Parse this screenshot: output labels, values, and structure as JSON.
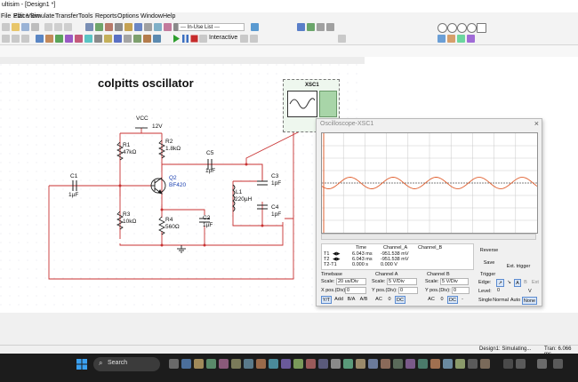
{
  "window": {
    "title": "ultisim - [Design1 *]"
  },
  "menu": [
    "File",
    "Edit",
    "View",
    "Place",
    "Simulate",
    "Transfer",
    "Tools",
    "Reports",
    "Options",
    "Window",
    "Help"
  ],
  "toolbar": {
    "in_use_list": "--- In-Use List ---",
    "interactive": "Interactive"
  },
  "circuit": {
    "title": "colpitts oscillator",
    "vcc": "VCC",
    "vcc_value": "12V",
    "r1": "R1",
    "r1_value": "47kΩ",
    "r2": "R2",
    "r2_value": "1.8kΩ",
    "r3": "R3",
    "r3_value": "10kΩ",
    "r4": "R4",
    "r4_value": "560Ω",
    "c1": "C1",
    "c1_value": "1µF",
    "c2": "C2",
    "c2_value": "1µF",
    "c3": "C3",
    "c3_value": "1pF",
    "c4": "C4",
    "c4_value": "1pF",
    "c5": "C5",
    "c5_value": "1pF",
    "l1": "L1",
    "l1_value": "220µH",
    "q2": "Q2",
    "q2_model": "BF420",
    "xsc1": "XSC1"
  },
  "oscilloscope": {
    "title": "Oscilloscope-XSC1",
    "close": "×",
    "readout": {
      "col_time": "Time",
      "col_a": "Channel_A",
      "col_b": "Channel_B",
      "t1": "T1",
      "t2": "T2",
      "t2t1": "T2-T1",
      "t1_time": "6.043 ms",
      "t1_a": "-951.538 mV",
      "t2_time": "6.043 ms",
      "t2_a": "-951.538 mV",
      "t2t1_time": "0.000 s",
      "t2t1_a": "0.000 V"
    },
    "reverse": "Reverse",
    "save": "Save",
    "ext_trigger": "Ext. trigger",
    "timebase": {
      "label": "Timebase",
      "scale_label": "Scale:",
      "scale": "20 us/Div",
      "xpos_label": "X pos.(Div):",
      "xpos": "0",
      "yt": "Y/T",
      "add": "Add",
      "ba": "B/A",
      "ab": "A/B"
    },
    "channel_a": {
      "label": "Channel A",
      "scale_label": "Scale:",
      "scale": "5  V/Div",
      "ypos_label": "Y pos.(Div):",
      "ypos": "0",
      "ac": "AC",
      "zero": "0",
      "dc": "DC"
    },
    "channel_b": {
      "label": "Channel B",
      "scale_label": "Scale:",
      "scale": "5  V/Div",
      "ypos_label": "Y pos.(Div):",
      "ypos": "0",
      "ac": "AC",
      "zero": "0",
      "dc": "DC",
      "minus": "-"
    },
    "trigger": {
      "label": "Trigger",
      "edge_label": "Edge:",
      "a": "A",
      "b": "B",
      "ext": "Ext",
      "level_label": "Level:",
      "level": "0",
      "level_unit": "V",
      "single": "Single",
      "normal": "Normal",
      "auto": "Auto",
      "none": "None"
    }
  },
  "status": {
    "simulating": "Design1: Simulating...",
    "tran": "Tran: 6.066 ms"
  },
  "taskbar": {
    "search": "Search"
  },
  "colors": {
    "trace": "#e06030",
    "wire": "#c83232",
    "grid_dots": "#cfd8e0",
    "circuit_blue": "#1a3fb0"
  }
}
